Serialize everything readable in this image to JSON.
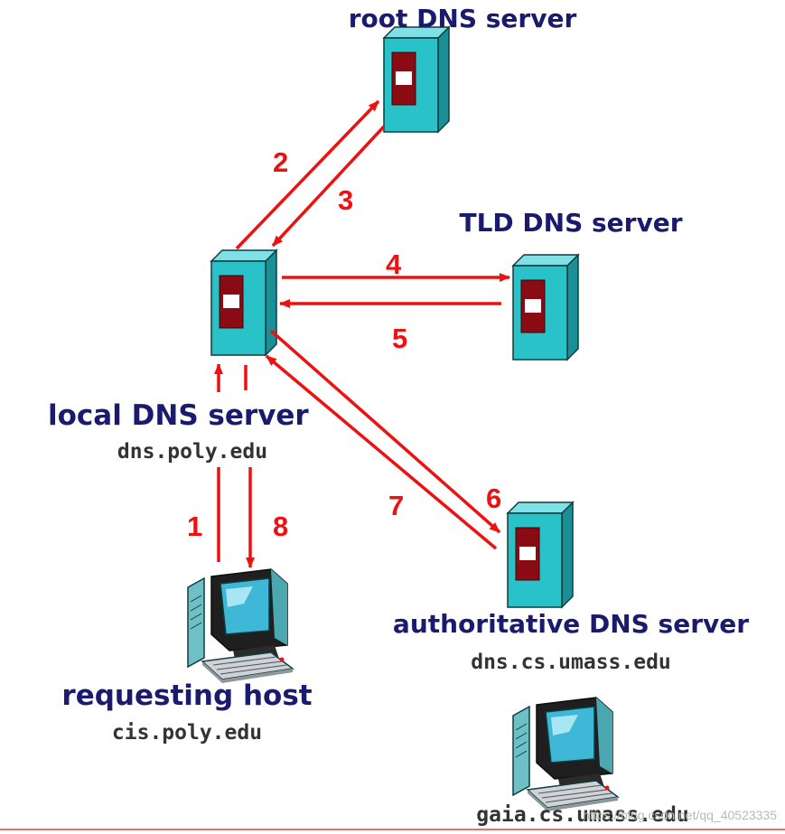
{
  "diagram": {
    "colors": {
      "arrow": "#ee1111",
      "server_front": "#29c2c8",
      "server_side": "#1a8f96",
      "server_top": "#7fe1e5",
      "server_window": "#8b0b14",
      "label": "#1a1a6e",
      "hostname": "#333333",
      "bottom_rule": "#e0443a"
    },
    "root": {
      "label": "root DNS server",
      "icon": "server-icon"
    },
    "tld": {
      "label": "TLD DNS server",
      "icon": "server-icon"
    },
    "local": {
      "label": "local DNS server",
      "hostname": "dns.poly.edu",
      "icon": "server-icon"
    },
    "authoritative": {
      "label": "authoritative DNS server",
      "hostname": "dns.cs.umass.edu",
      "icon": "server-icon"
    },
    "requesting_host": {
      "label": "requesting host",
      "hostname": "cis.poly.edu",
      "icon": "desktop-computer-icon"
    },
    "target_host": {
      "hostname": "gaia.cs.umass.edu",
      "icon": "desktop-computer-icon"
    },
    "steps": [
      "1",
      "2",
      "3",
      "4",
      "5",
      "6",
      "7",
      "8"
    ],
    "watermark": "https://blog.csdn.net/qq_40523335"
  }
}
